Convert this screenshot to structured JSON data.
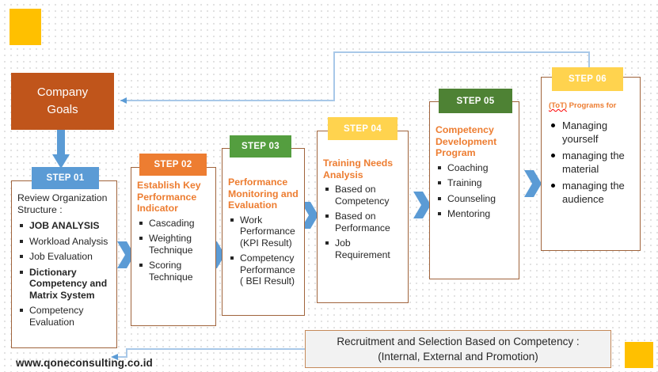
{
  "page": {
    "site_url": "www.qoneconsulting.co.id"
  },
  "start_node": {
    "line1": "Company",
    "line2": "Goals",
    "color": "#c0551b"
  },
  "steps": [
    {
      "tab": "STEP 01",
      "tab_color": "#5b9bd5",
      "title": "Review Organization Structure :",
      "title_style": "plain",
      "items": [
        {
          "text": "JOB ANALYSIS",
          "bold": true
        },
        {
          "text": "Workload Analysis",
          "bold": false
        },
        {
          "text": "Job Evaluation",
          "bold": false
        },
        {
          "text": "Dictionary Competency and Matrix System",
          "bold": true
        },
        {
          "text": "Competency Evaluation",
          "bold": false
        }
      ]
    },
    {
      "tab": "STEP 02",
      "tab_color": "#ed7d31",
      "title": "Establish Key Performance Indicator",
      "title_style": "orange",
      "items": [
        {
          "text": "Cascading",
          "bold": false
        },
        {
          "text": "Weighting Technique",
          "bold": false
        },
        {
          "text": "Scoring Technique",
          "bold": false
        }
      ]
    },
    {
      "tab": "STEP 03",
      "tab_color": "#549e3f",
      "title": "Performance Monitoring and Evaluation",
      "title_style": "orange",
      "items": [
        {
          "text": "Work Performance (KPI Result)",
          "bold": false
        },
        {
          "text": "Competency Performance ( BEI Result)",
          "bold": false
        }
      ]
    },
    {
      "tab": "STEP 04",
      "tab_color": "#ffd34e",
      "title": "Training Needs Analysis",
      "title_style": "orange",
      "items": [
        {
          "text": "Based on Competency",
          "bold": false
        },
        {
          "text": "Based on Performance",
          "bold": false
        },
        {
          "text": "Job Requirement",
          "bold": false
        }
      ]
    },
    {
      "tab": "STEP 05",
      "tab_color": "#4e8234",
      "title": "Competency Development Program",
      "title_style": "orange",
      "items": [
        {
          "text": "Coaching",
          "bold": false
        },
        {
          "text": "Training",
          "bold": false
        },
        {
          "text": "Counseling",
          "bold": false
        },
        {
          "text": "Mentoring",
          "bold": false
        }
      ]
    },
    {
      "tab": "STEP 06",
      "tab_color": "#ffd34e",
      "title": "(ToT) Programs for",
      "title_style": "tot",
      "items": [
        {
          "text": "Managing yourself",
          "bold": false
        },
        {
          "text": "managing the material",
          "bold": false
        },
        {
          "text": "managing the audience",
          "bold": false
        }
      ]
    }
  ],
  "banner": {
    "line1": "Recruitment and Selection Based on Competency :",
    "line2": "(Internal, External and Promotion)"
  },
  "connectors": {
    "arrow_color": "#5b9bd5",
    "feedback_line_color": "#a8c8e8"
  }
}
